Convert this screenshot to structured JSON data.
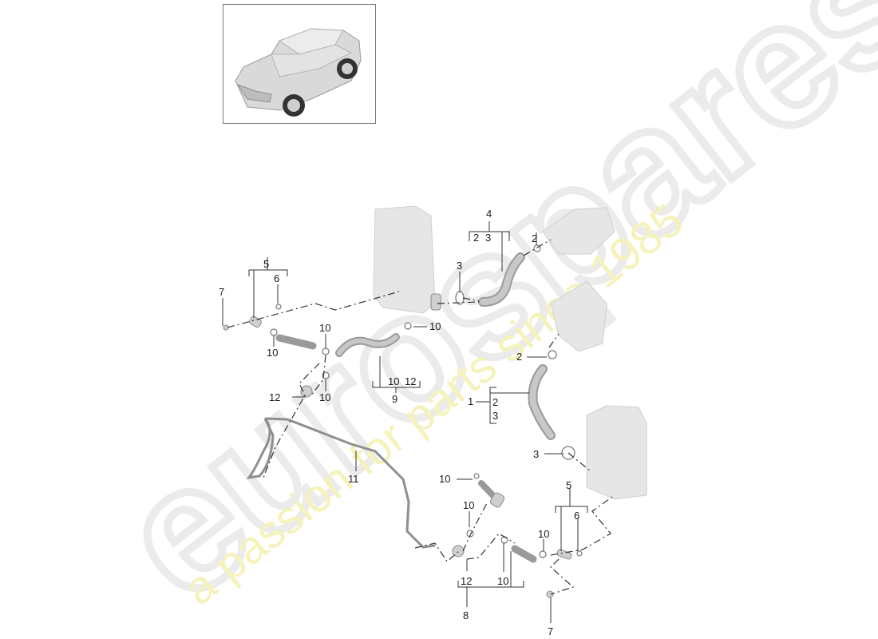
{
  "diagram": {
    "title": "Porsche Macan coolant / charge air cooler hose assembly exploded parts diagram",
    "thumbnail": {
      "subject": "vehicle-overview",
      "model": "Porsche Macan"
    },
    "watermark": {
      "brand": "eurospares",
      "tagline": "a passion for parts since 1985"
    },
    "callouts": [
      {
        "id": "c5a",
        "label": "5"
      },
      {
        "id": "c6a",
        "label": "6"
      },
      {
        "id": "c7a",
        "label": "7"
      },
      {
        "id": "c10a",
        "label": "10"
      },
      {
        "id": "c10b",
        "label": "10"
      },
      {
        "id": "c10c",
        "label": "10"
      },
      {
        "id": "c10d",
        "label": "10"
      },
      {
        "id": "c12a",
        "label": "12"
      },
      {
        "id": "c9",
        "label": "9"
      },
      {
        "id": "c9sub1",
        "label": "10"
      },
      {
        "id": "c9sub2",
        "label": "12"
      },
      {
        "id": "c4",
        "label": "4"
      },
      {
        "id": "c4sub1",
        "label": "2"
      },
      {
        "id": "c4sub2",
        "label": "3"
      },
      {
        "id": "c3a",
        "label": "3"
      },
      {
        "id": "c2a",
        "label": "2"
      },
      {
        "id": "c2b",
        "label": "2"
      },
      {
        "id": "c1",
        "label": "1"
      },
      {
        "id": "c1sub1",
        "label": "2"
      },
      {
        "id": "c1sub2",
        "label": "3"
      },
      {
        "id": "c3b",
        "label": "3"
      },
      {
        "id": "c11",
        "label": "11"
      },
      {
        "id": "c10e",
        "label": "10"
      },
      {
        "id": "c10f",
        "label": "10"
      },
      {
        "id": "c5b",
        "label": "5"
      },
      {
        "id": "c6b",
        "label": "6"
      },
      {
        "id": "c10g",
        "label": "10"
      },
      {
        "id": "c12b",
        "label": "12"
      },
      {
        "id": "c10h",
        "label": "10"
      },
      {
        "id": "c8",
        "label": "8"
      },
      {
        "id": "c7b",
        "label": "7"
      }
    ]
  }
}
